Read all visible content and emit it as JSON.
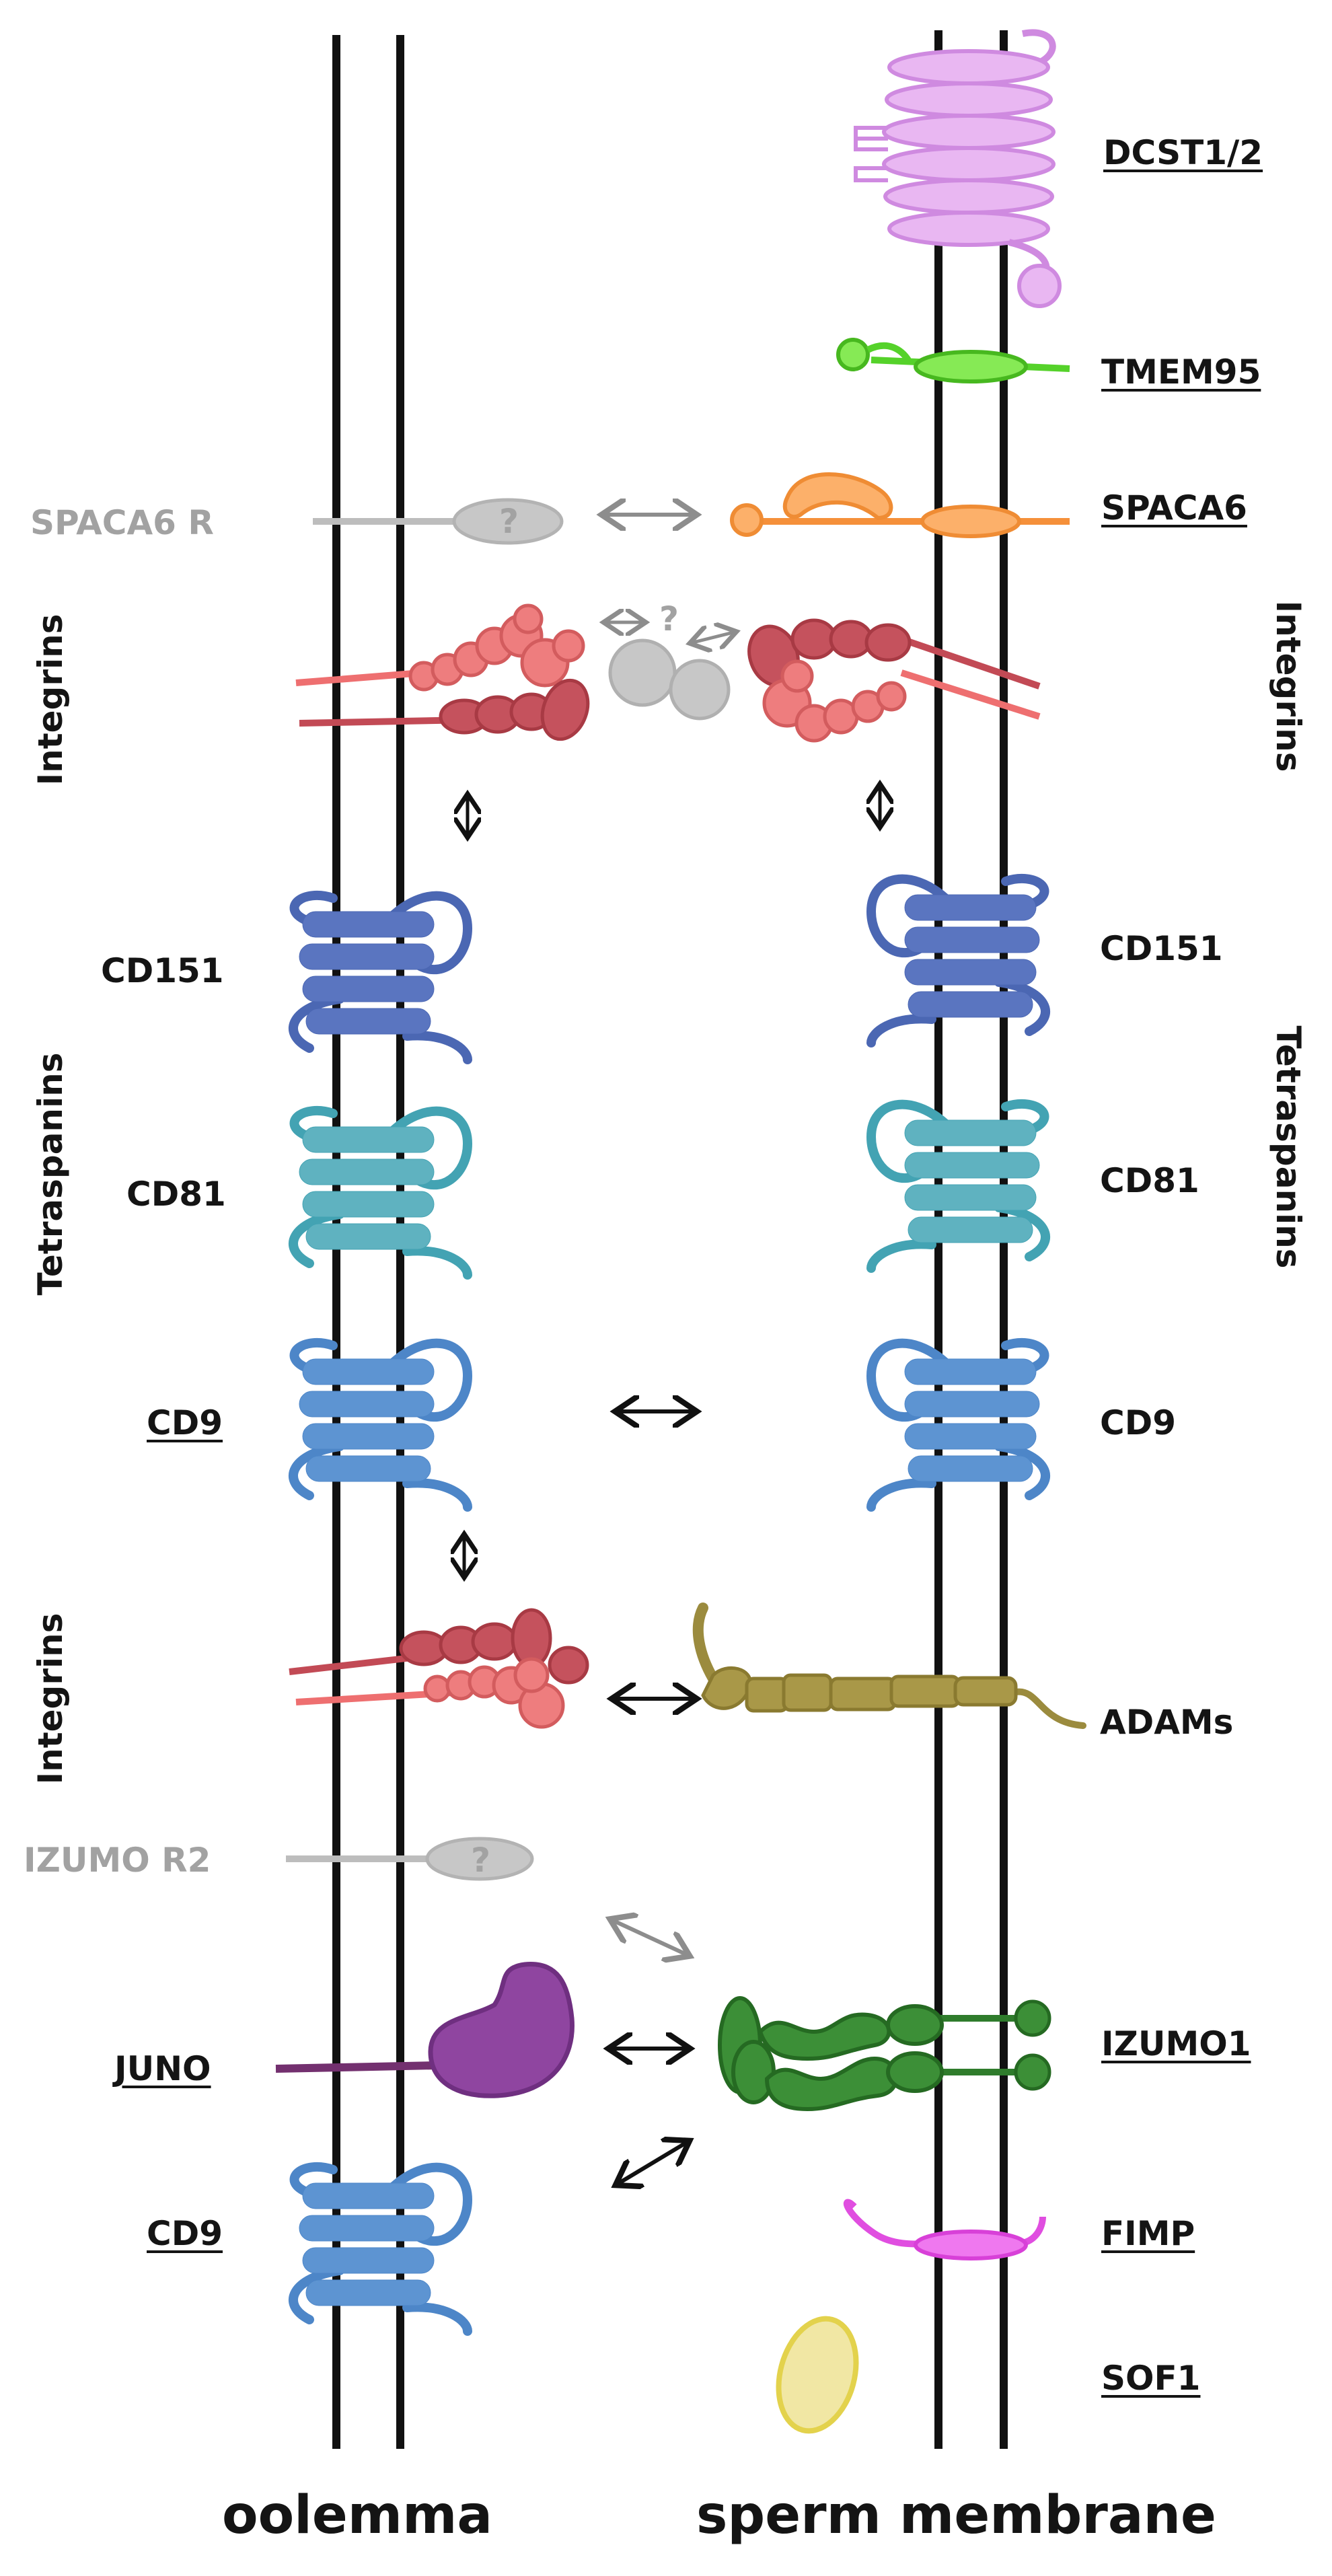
{
  "oolemma_proteins": {
    "spaca6_receptor": "SPACA6 R",
    "integrins_top": "Integrins",
    "cd151": "CD151",
    "tetraspanins": "Tetraspanins",
    "cd81": "CD81",
    "cd9": "CD9",
    "integrins_bottom": "Integrins",
    "izumo_r2": "IZUMO R2",
    "juno": "JUNO",
    "cd9_lower": "CD9"
  },
  "sperm_proteins": {
    "dcst": "DCST1/2",
    "tmem95": "TMEM95",
    "spaca6": "SPACA6",
    "integrins": "Integrins",
    "cd151": "CD151",
    "tetraspanins": "Tetraspanins",
    "cd81": "CD81",
    "cd9": "CD9",
    "adams": "ADAMs",
    "izumo1": "IZUMO1",
    "fimp": "FIMP",
    "sof1": "SOF1"
  },
  "unknown_marks": {
    "spaca6_receptor": "?",
    "integrin_partner": "?",
    "izumo_r2": "?"
  },
  "membranes": {
    "oolemma": "oolemma",
    "sperm": "sperm membrane"
  },
  "colors": {
    "membrane": "#111111",
    "unknown": "#b8b8b8",
    "dcst": "#d79be6",
    "tmem95": "#66dd33",
    "spaca6": "#fba04a",
    "integrin_dark": "#c24a55",
    "integrin_light": "#ee6f70",
    "cd151": "#4b67b3",
    "cd81": "#43a3b3",
    "cd9": "#4d86c8",
    "adams": "#9b8b3e",
    "juno": "#8a3d9b",
    "izumo1": "#2f7c2c",
    "fimp": "#e04ee0",
    "sof1": "#f1e7a4"
  }
}
